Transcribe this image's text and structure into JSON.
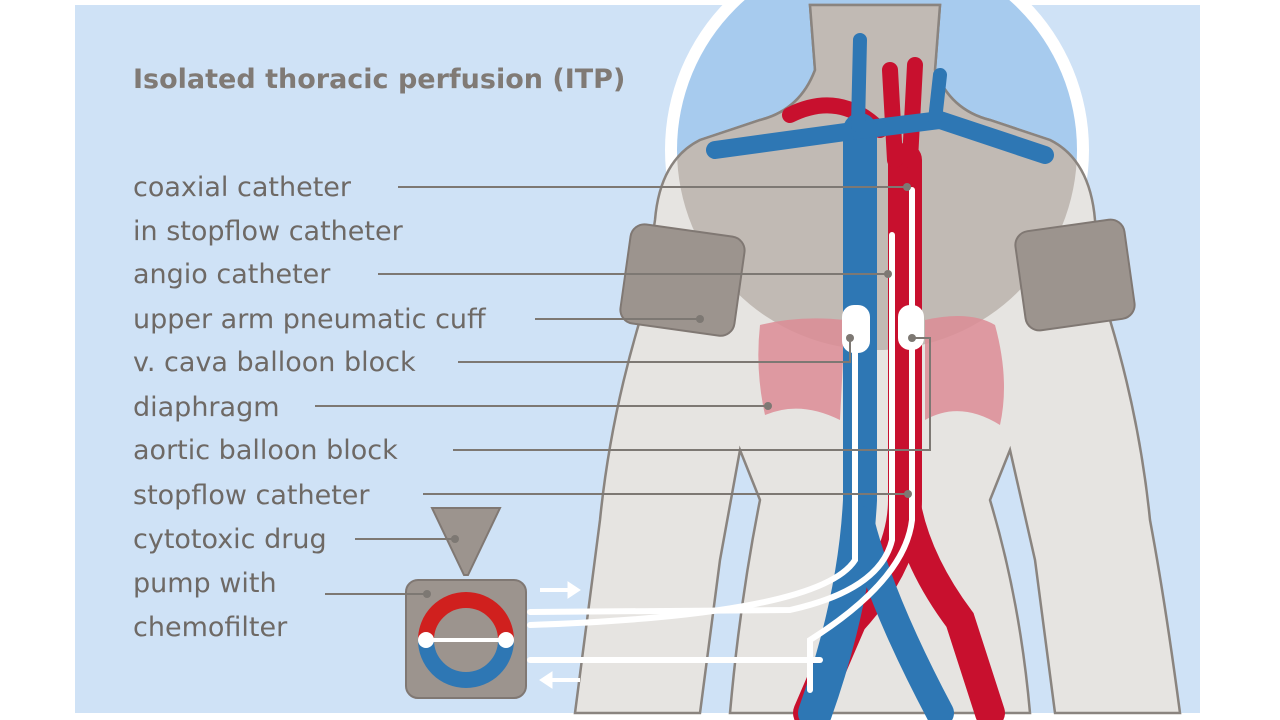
{
  "title": "Isolated thoracic perfusion (ITP)",
  "labels": [
    "coaxial catheter",
    "in stopflow catheter",
    "angio catheter",
    "upper arm pneumatic cuff",
    "v. cava balloon block",
    "diaphragm",
    "aortic balloon block",
    "stopflow catheter",
    "cytotoxic drug",
    "pump with",
    "chemofilter"
  ],
  "colors": {
    "background": "#cfe2f6",
    "vein": "#2e77b4",
    "artery": "#c8102e",
    "body": "#e6e4e1",
    "cuff": "#9c948e",
    "lung": "#dc8c95"
  }
}
